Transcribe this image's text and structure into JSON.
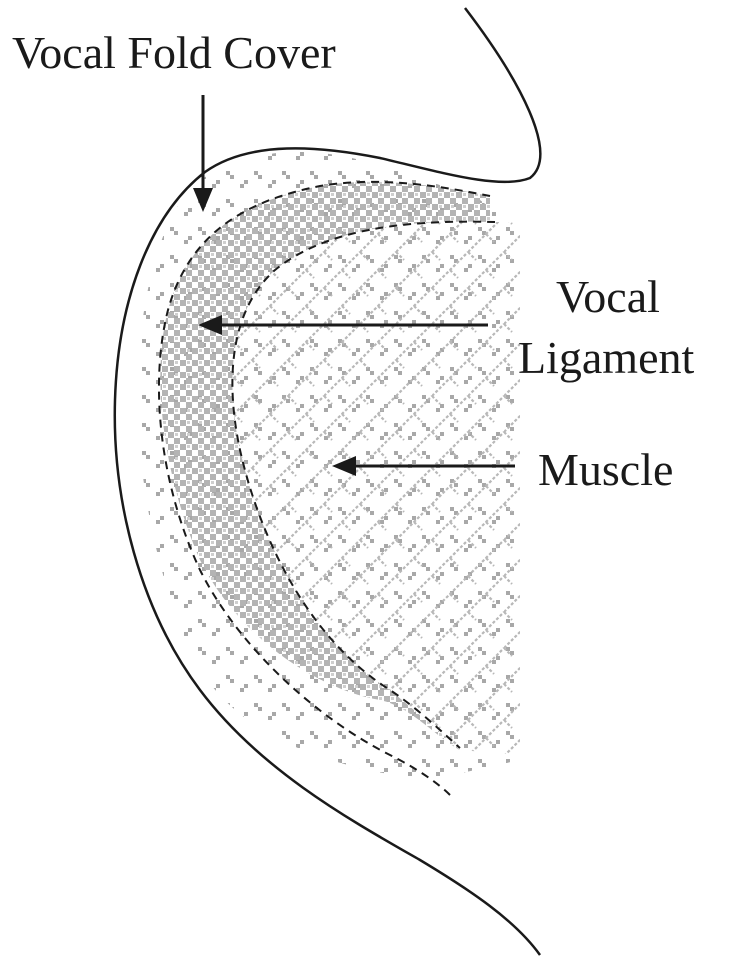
{
  "labels": {
    "cover": "Vocal Fold Cover",
    "ligament_line1": "Vocal",
    "ligament_line2": "Ligament",
    "muscle": "Muscle"
  },
  "colors": {
    "outline": "#1a1a1a",
    "pattern_gray": "#a8a8a8",
    "pattern_light": "#c4c4c4",
    "background": "#ffffff"
  },
  "regions": [
    "vocal-fold-cover",
    "vocal-ligament",
    "muscle"
  ]
}
